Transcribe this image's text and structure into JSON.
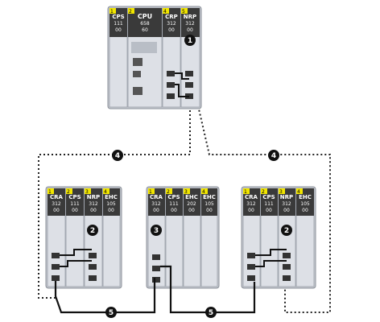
{
  "main_rack": {
    "modules": [
      {
        "slot": "1",
        "name": "CPS",
        "line2": "111",
        "line3": "00"
      },
      {
        "slot": "2",
        "name": "CPU",
        "line2": "658",
        "line3": "60"
      },
      {
        "slot": "4",
        "name": "CRP",
        "line2": "312",
        "line3": "00"
      },
      {
        "slot": "5",
        "name": "NRP",
        "line2": "312",
        "line3": "00"
      }
    ]
  },
  "drops": [
    {
      "modules": [
        {
          "slot": "1",
          "name": "CRA",
          "line2": "312",
          "line3": "00"
        },
        {
          "slot": "2",
          "name": "CPS",
          "line2": "111",
          "line3": "00"
        },
        {
          "slot": "3",
          "name": "NRP",
          "line2": "312",
          "line3": "00"
        },
        {
          "slot": "4",
          "name": "EHC",
          "line2": "105",
          "line3": "00"
        }
      ]
    },
    {
      "modules": [
        {
          "slot": "1",
          "name": "CRA",
          "line2": "312",
          "line3": "00"
        },
        {
          "slot": "2",
          "name": "CPS",
          "line2": "111",
          "line3": "00"
        },
        {
          "slot": "3",
          "name": "EHC",
          "line2": "202",
          "line3": "00"
        },
        {
          "slot": "4",
          "name": "EHC",
          "line2": "105",
          "line3": "00"
        }
      ]
    },
    {
      "modules": [
        {
          "slot": "1",
          "name": "CRA",
          "line2": "312",
          "line3": "00"
        },
        {
          "slot": "2",
          "name": "CPS",
          "line2": "111",
          "line3": "00"
        },
        {
          "slot": "3",
          "name": "NRP",
          "line2": "312",
          "line3": "00"
        },
        {
          "slot": "4",
          "name": "EHC",
          "line2": "105",
          "line3": "00"
        }
      ]
    }
  ],
  "callouts": {
    "main_nrp": "1",
    "drop1_nrp": "2",
    "drop2_cra": "3",
    "fiber_left": "4",
    "fiber_right": "4",
    "copper_left": "5",
    "copper_right": "5",
    "drop3_nrp": "2"
  },
  "colors": {
    "yellow_tab": "#f2e600",
    "label_bg": "#3a3a3a",
    "module_body": "#dde0e6",
    "fiber_line": "#222222",
    "copper_line": "#111111",
    "callout_bg": "#111111"
  }
}
